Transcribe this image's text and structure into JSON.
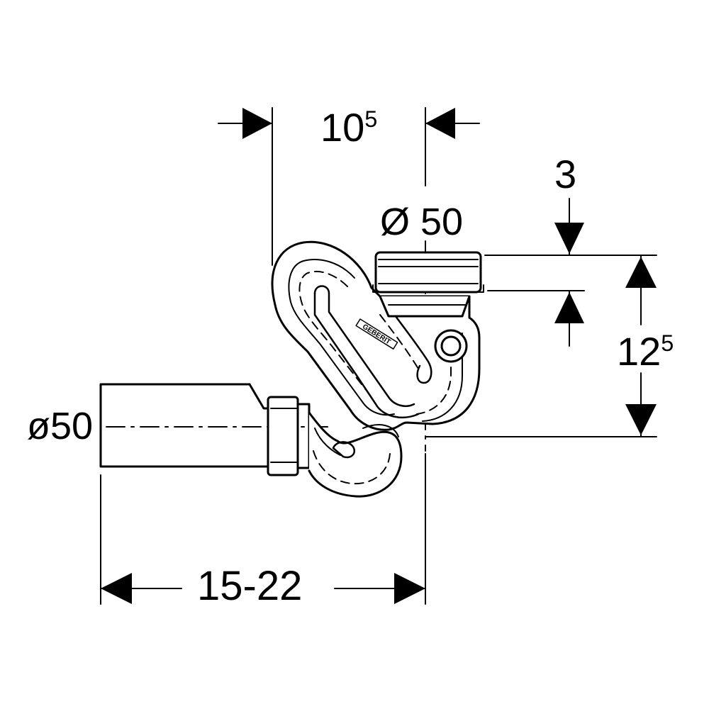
{
  "dimensions": {
    "top_width": {
      "base": "10",
      "sup": "5"
    },
    "top_offset": "3",
    "outlet_diameter": "Ø 50",
    "right_height": {
      "base": "12",
      "sup": "5"
    },
    "inlet_diameter": "ø50",
    "bottom_width": "15-22"
  },
  "logo_text": "GEBERIT",
  "colors": {
    "ink": "#000000",
    "background": "#ffffff"
  }
}
